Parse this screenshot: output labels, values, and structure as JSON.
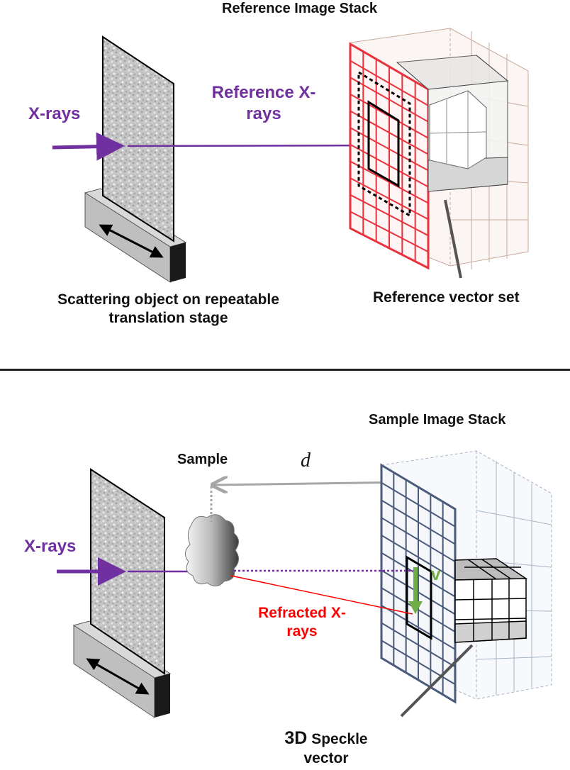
{
  "top_panel": {
    "stack_title": "Reference Image Stack",
    "xrays_label": "X-rays",
    "reference_xrays_line1": "Reference X-",
    "reference_xrays_line2": "rays",
    "scatter_line1": "Scattering object on repeatable",
    "scatter_line2": "translation stage",
    "vector_set_label": "Reference vector set"
  },
  "bottom_panel": {
    "stack_title": "Sample Image Stack",
    "sample_label": "Sample",
    "distance_label": "d",
    "xrays_label": "X-rays",
    "refracted_line1": "Refracted X-",
    "refracted_line2": "rays",
    "vector_symbol": "v",
    "speckle_prefix": "3D",
    "speckle_rest": "Speckle",
    "speckle_line2": "vector"
  },
  "colors": {
    "xray_purple": "#7030a0",
    "reference_grid_red": "#e8323c",
    "sample_grid_blue": "#4a5a7a",
    "refracted_red": "#ff0000",
    "vector_green": "#70ad47",
    "distance_gray": "#a6a6a6"
  }
}
